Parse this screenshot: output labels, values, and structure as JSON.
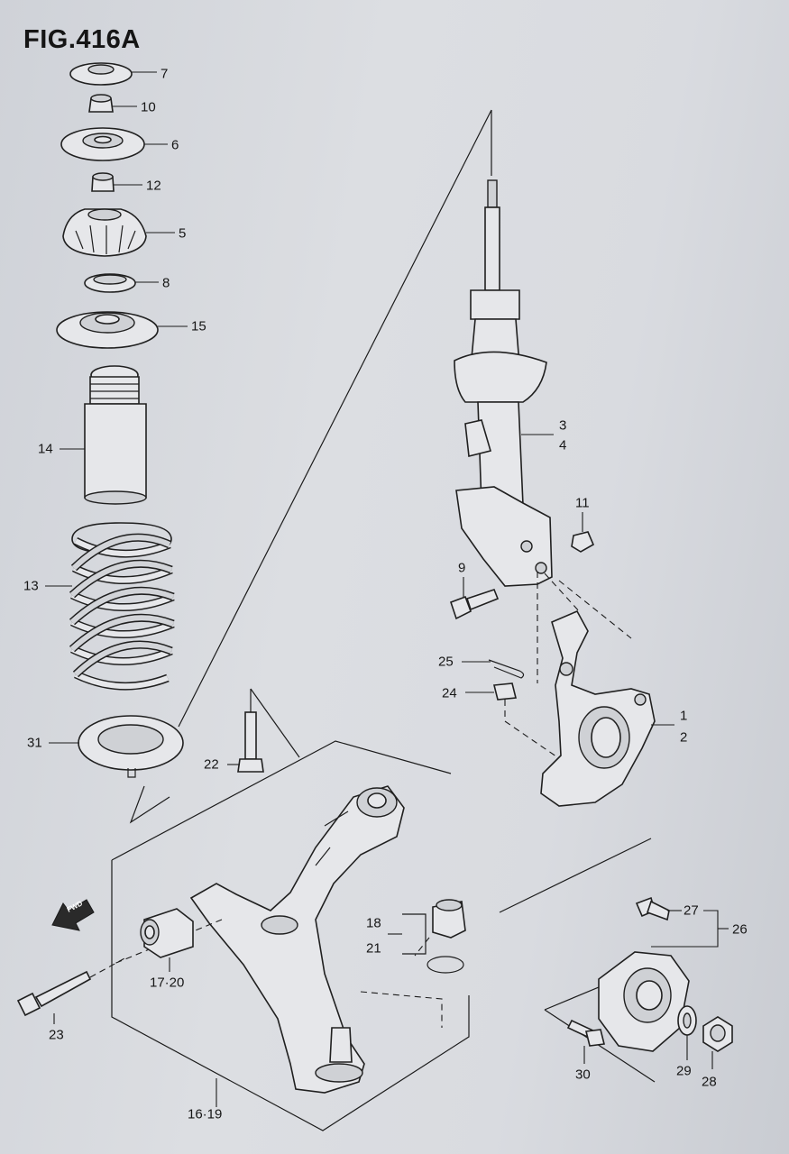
{
  "figure": {
    "title": "FIG.416A"
  },
  "labels": {
    "p7": "7",
    "p10": "10",
    "p6": "6",
    "p12": "12",
    "p5": "5",
    "p8": "8",
    "p15": "15",
    "p14": "14",
    "p13": "13",
    "p31": "31",
    "p3": "3",
    "p4": "4",
    "p11": "11",
    "p9": "9",
    "p25": "25",
    "p24": "24",
    "p1": "1",
    "p2": "2",
    "p22": "22",
    "p18": "18",
    "p21": "21",
    "p17_20": "17·20",
    "p23": "23",
    "p16_19": "16·19",
    "p27": "27",
    "p26": "26",
    "p30": "30",
    "p29": "29",
    "p28": "28",
    "fwd": "FWD"
  }
}
